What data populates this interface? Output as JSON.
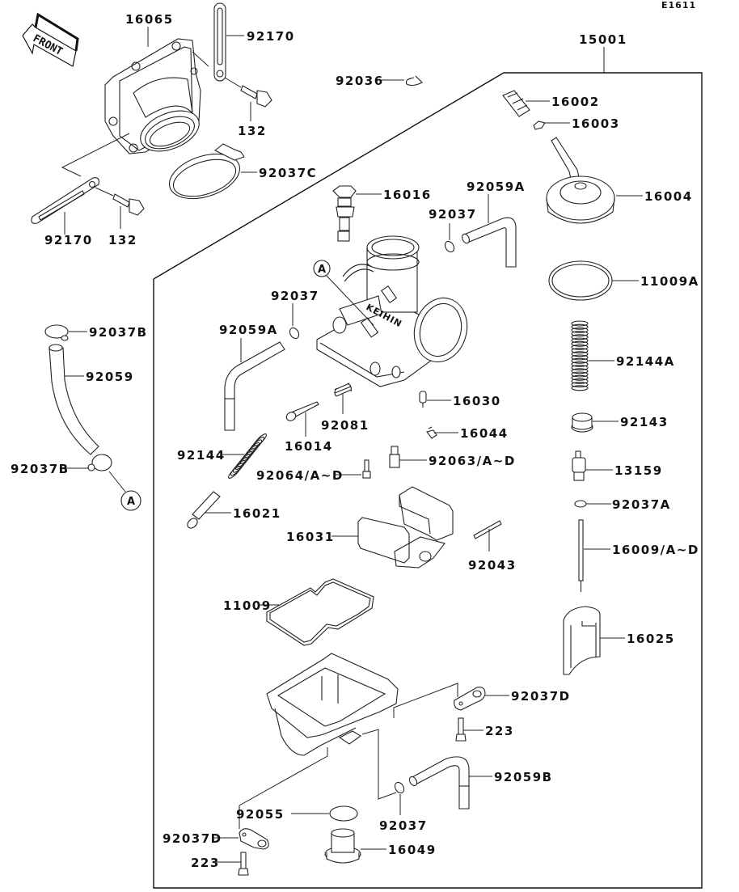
{
  "diagram": {
    "code": "E1611",
    "front_label": "FRONT",
    "assembly_label": "15001",
    "callout_letter": "A",
    "line_color": "#222222",
    "background": "#ffffff"
  },
  "parts": [
    {
      "id": "16065",
      "label": "16065",
      "description": "intake holder"
    },
    {
      "id": "92170-top",
      "label": "92170",
      "description": "clamp strap"
    },
    {
      "id": "132-top",
      "label": "132",
      "description": "bolt"
    },
    {
      "id": "92037C",
      "label": "92037C",
      "description": "hose clamp"
    },
    {
      "id": "92170-bottom",
      "label": "92170",
      "description": "clamp strap"
    },
    {
      "id": "132-bottom",
      "label": "132",
      "description": "bolt"
    },
    {
      "id": "92036",
      "label": "92036",
      "description": "clip"
    },
    {
      "id": "16002",
      "label": "16002",
      "description": "cable adjuster"
    },
    {
      "id": "16003",
      "label": "16003",
      "description": "nut"
    },
    {
      "id": "16004",
      "label": "16004",
      "description": "top cap"
    },
    {
      "id": "16016",
      "label": "16016",
      "description": "idle adjust screw"
    },
    {
      "id": "92059A-top",
      "label": "92059A",
      "description": "tube"
    },
    {
      "id": "92037-top",
      "label": "92037",
      "description": "clamp"
    },
    {
      "id": "11009A",
      "label": "11009A",
      "description": "gasket"
    },
    {
      "id": "92037-mid",
      "label": "92037",
      "description": "clamp"
    },
    {
      "id": "92059A-left",
      "label": "92059A",
      "description": "tube"
    },
    {
      "id": "92037B-top",
      "label": "92037B",
      "description": "clamp"
    },
    {
      "id": "92059",
      "label": "92059",
      "description": "tube"
    },
    {
      "id": "92037B-bottom",
      "label": "92037B",
      "description": "clamp"
    },
    {
      "id": "92144A",
      "label": "92144A",
      "description": "spring"
    },
    {
      "id": "16030",
      "label": "16030",
      "description": "jet"
    },
    {
      "id": "92081",
      "label": "92081",
      "description": "spring"
    },
    {
      "id": "16014",
      "label": "16014",
      "description": "air screw"
    },
    {
      "id": "92143",
      "label": "92143",
      "description": "collar"
    },
    {
      "id": "16044",
      "label": "16044",
      "description": "clip"
    },
    {
      "id": "92144",
      "label": "92144",
      "description": "spring"
    },
    {
      "id": "92063",
      "label": "92063/A~D",
      "description": "main jet"
    },
    {
      "id": "92064",
      "label": "92064/A~D",
      "description": "pilot jet"
    },
    {
      "id": "13159",
      "label": "13159",
      "description": "needle holder"
    },
    {
      "id": "92037A",
      "label": "92037A",
      "description": "o-ring"
    },
    {
      "id": "16021",
      "label": "16021",
      "description": "screw"
    },
    {
      "id": "16031",
      "label": "16031",
      "description": "float"
    },
    {
      "id": "16009",
      "label": "16009/A~D",
      "description": "jet needle"
    },
    {
      "id": "92043",
      "label": "92043",
      "description": "pin"
    },
    {
      "id": "11009",
      "label": "11009",
      "description": "float bowl gasket"
    },
    {
      "id": "16025",
      "label": "16025",
      "description": "throttle valve"
    },
    {
      "id": "92037D-right",
      "label": "92037D",
      "description": "hose guide"
    },
    {
      "id": "223-right",
      "label": "223",
      "description": "screw"
    },
    {
      "id": "92059B",
      "label": "92059B",
      "description": "tube"
    },
    {
      "id": "92055",
      "label": "92055",
      "description": "o-ring"
    },
    {
      "id": "92037-bottom",
      "label": "92037",
      "description": "clamp"
    },
    {
      "id": "92037D-left",
      "label": "92037D",
      "description": "hose guide"
    },
    {
      "id": "16049",
      "label": "16049",
      "description": "drain plug"
    },
    {
      "id": "223-left",
      "label": "223",
      "description": "screw"
    }
  ]
}
